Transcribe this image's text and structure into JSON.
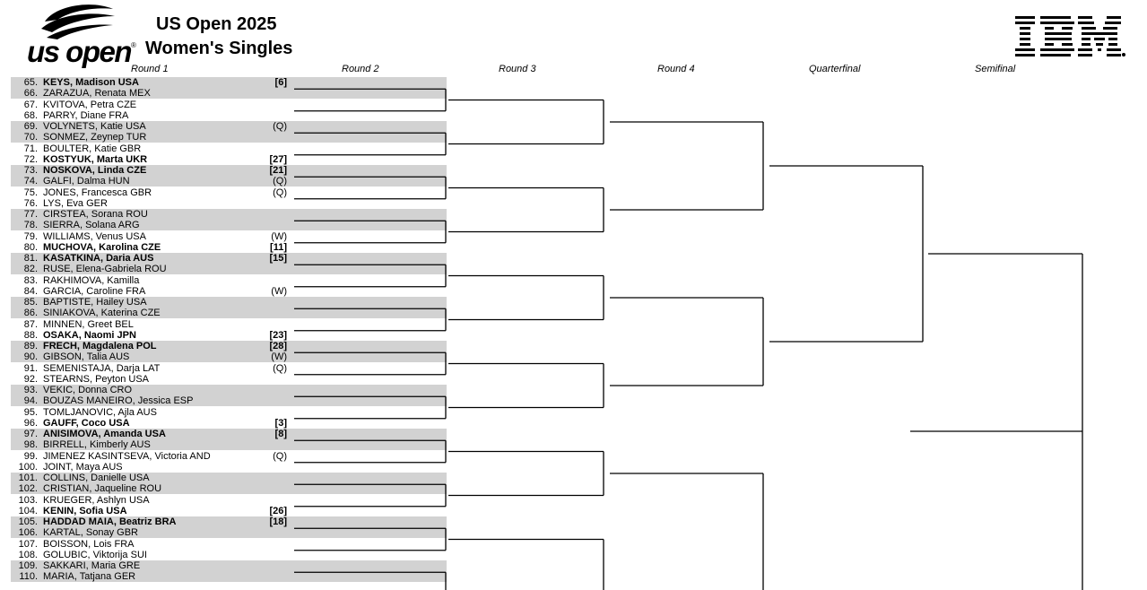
{
  "header": {
    "brand": "us open",
    "title": "US Open 2025",
    "subtitle": "Women's Singles",
    "sponsor": "IBM"
  },
  "rounds": [
    "Round 1",
    "Round 2",
    "Round 3",
    "Round 4",
    "Quarterfinal",
    "Semifinal"
  ],
  "players": [
    {
      "num": "65.",
      "name": "KEYS, Madison USA",
      "seed": "[6]",
      "bold": true
    },
    {
      "num": "66.",
      "name": "ZARAZUA, Renata MEX",
      "seed": "",
      "bold": false
    },
    {
      "num": "67.",
      "name": "KVITOVA, Petra CZE",
      "seed": "",
      "bold": false
    },
    {
      "num": "68.",
      "name": "PARRY, Diane FRA",
      "seed": "",
      "bold": false
    },
    {
      "num": "69.",
      "name": "VOLYNETS, Katie USA",
      "seed": "(Q)",
      "bold": false
    },
    {
      "num": "70.",
      "name": "SONMEZ, Zeynep TUR",
      "seed": "",
      "bold": false
    },
    {
      "num": "71.",
      "name": "BOULTER, Katie GBR",
      "seed": "",
      "bold": false
    },
    {
      "num": "72.",
      "name": "KOSTYUK, Marta UKR",
      "seed": "[27]",
      "bold": true
    },
    {
      "num": "73.",
      "name": "NOSKOVA, Linda CZE",
      "seed": "[21]",
      "bold": true
    },
    {
      "num": "74.",
      "name": "GALFI, Dalma HUN",
      "seed": "(Q)",
      "bold": false
    },
    {
      "num": "75.",
      "name": "JONES, Francesca GBR",
      "seed": "(Q)",
      "bold": false
    },
    {
      "num": "76.",
      "name": "LYS, Eva GER",
      "seed": "",
      "bold": false
    },
    {
      "num": "77.",
      "name": "CIRSTEA, Sorana ROU",
      "seed": "",
      "bold": false
    },
    {
      "num": "78.",
      "name": "SIERRA, Solana ARG",
      "seed": "",
      "bold": false
    },
    {
      "num": "79.",
      "name": "WILLIAMS, Venus USA",
      "seed": "(W)",
      "bold": false
    },
    {
      "num": "80.",
      "name": "MUCHOVA, Karolina CZE",
      "seed": "[11]",
      "bold": true
    },
    {
      "num": "81.",
      "name": "KASATKINA, Daria AUS",
      "seed": "[15]",
      "bold": true
    },
    {
      "num": "82.",
      "name": "RUSE, Elena-Gabriela ROU",
      "seed": "",
      "bold": false
    },
    {
      "num": "83.",
      "name": "RAKHIMOVA, Kamilla",
      "seed": "",
      "bold": false
    },
    {
      "num": "84.",
      "name": "GARCIA, Caroline FRA",
      "seed": "(W)",
      "bold": false
    },
    {
      "num": "85.",
      "name": "BAPTISTE, Hailey USA",
      "seed": "",
      "bold": false
    },
    {
      "num": "86.",
      "name": "SINIAKOVA, Katerina CZE",
      "seed": "",
      "bold": false
    },
    {
      "num": "87.",
      "name": "MINNEN, Greet BEL",
      "seed": "",
      "bold": false
    },
    {
      "num": "88.",
      "name": "OSAKA, Naomi JPN",
      "seed": "[23]",
      "bold": true
    },
    {
      "num": "89.",
      "name": "FRECH, Magdalena POL",
      "seed": "[28]",
      "bold": true
    },
    {
      "num": "90.",
      "name": "GIBSON, Talia AUS",
      "seed": "(W)",
      "bold": false
    },
    {
      "num": "91.",
      "name": "SEMENISTAJA, Darja LAT",
      "seed": "(Q)",
      "bold": false
    },
    {
      "num": "92.",
      "name": "STEARNS, Peyton USA",
      "seed": "",
      "bold": false
    },
    {
      "num": "93.",
      "name": "VEKIC, Donna CRO",
      "seed": "",
      "bold": false
    },
    {
      "num": "94.",
      "name": "BOUZAS MANEIRO, Jessica ESP",
      "seed": "",
      "bold": false
    },
    {
      "num": "95.",
      "name": "TOMLJANOVIC, Ajla AUS",
      "seed": "",
      "bold": false
    },
    {
      "num": "96.",
      "name": "GAUFF, Coco USA",
      "seed": "[3]",
      "bold": true
    },
    {
      "num": "97.",
      "name": "ANISIMOVA, Amanda USA",
      "seed": "[8]",
      "bold": true
    },
    {
      "num": "98.",
      "name": "BIRRELL, Kimberly AUS",
      "seed": "",
      "bold": false
    },
    {
      "num": "99.",
      "name": "JIMENEZ KASINTSEVA, Victoria AND",
      "seed": "(Q)",
      "bold": false
    },
    {
      "num": "100.",
      "name": "JOINT, Maya AUS",
      "seed": "",
      "bold": false
    },
    {
      "num": "101.",
      "name": "COLLINS, Danielle USA",
      "seed": "",
      "bold": false
    },
    {
      "num": "102.",
      "name": "CRISTIAN, Jaqueline ROU",
      "seed": "",
      "bold": false
    },
    {
      "num": "103.",
      "name": "KRUEGER, Ashlyn USA",
      "seed": "",
      "bold": false
    },
    {
      "num": "104.",
      "name": "KENIN, Sofia USA",
      "seed": "[26]",
      "bold": true
    },
    {
      "num": "105.",
      "name": "HADDAD MAIA, Beatriz BRA",
      "seed": "[18]",
      "bold": true
    },
    {
      "num": "106.",
      "name": "KARTAL, Sonay GBR",
      "seed": "",
      "bold": false
    },
    {
      "num": "107.",
      "name": "BOISSON, Lois FRA",
      "seed": "",
      "bold": false
    },
    {
      "num": "108.",
      "name": "GOLUBIC, Viktorija SUI",
      "seed": "",
      "bold": false
    },
    {
      "num": "109.",
      "name": "SAKKARI, Maria GRE",
      "seed": "",
      "bold": false
    },
    {
      "num": "110.",
      "name": "MARIA, Tatjana GER",
      "seed": "",
      "bold": false
    }
  ]
}
